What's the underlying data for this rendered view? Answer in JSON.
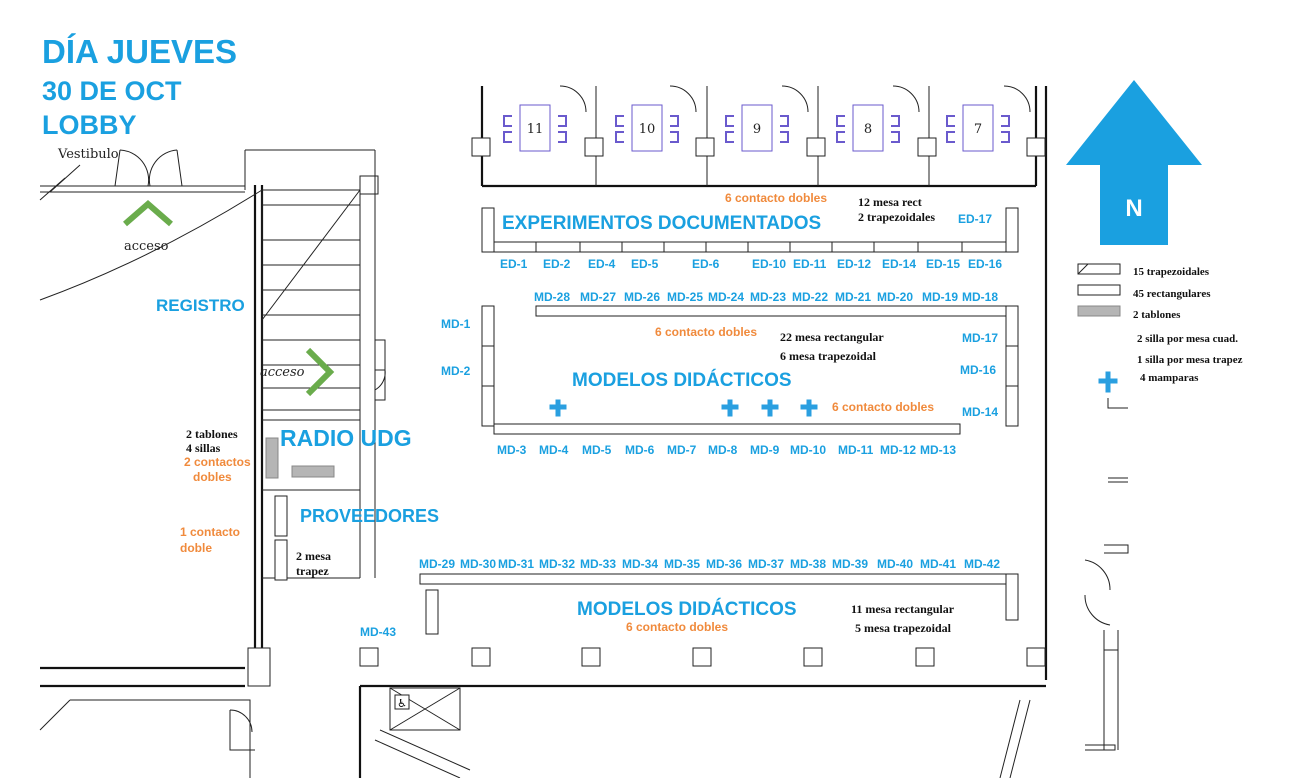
{
  "header": {
    "line1": "DÍA JUEVES",
    "line2": "30 DE OCT",
    "line3": "LOBBY"
  },
  "north": {
    "label": "N",
    "color": "#1aa0e0"
  },
  "colors": {
    "accent_blue": "#1aa0e0",
    "orange": "#f08a3c",
    "green": "#6aac4c",
    "gray": "#b5b5b5"
  },
  "rooms": [
    "11",
    "10",
    "9",
    "8",
    "7"
  ],
  "labels": {
    "vestibulo": "Vestibulo",
    "acceso_top": "acceso",
    "acceso_mid": "acceso",
    "registro": "REGISTRO",
    "radio": "RADIO UDG",
    "proveedores": "PROVEEDORES",
    "exp_doc": "EXPERIMENTOS DOCUMENTADOS",
    "mod_did_1": "MODELOS DIDÁCTICOS",
    "mod_did_2": "MODELOS DIDÁCTICOS"
  },
  "notes": {
    "contacto_exp": "6 contacto dobles",
    "exp_count_1": "12 mesa rect",
    "exp_count_2": "2 trapezoidales",
    "contacto_md_top": "6 contacto dobles",
    "md_count_1": "22 mesa rectangular",
    "md_count_2": "6 mesa trapezoidal",
    "contacto_md_mid": "6 contacto dobles",
    "radio_1": "2 tablones",
    "radio_2": "4 sillas",
    "radio_3": "2 contactos",
    "radio_4": "dobles",
    "prov_contacto_1": "1 contacto",
    "prov_contacto_2": "doble",
    "prov_mesa_1": "2 mesa",
    "prov_mesa_2": "trapez",
    "bottom_count_1": "11 mesa rectangular",
    "bottom_count_2": "5 mesa trapezoidal",
    "contacto_bottom": "6 contacto dobles"
  },
  "legend": {
    "trap": "15 trapezoidales",
    "rect": "45 rectangulares",
    "tablones": "2 tablones",
    "silla_cuad": "2 silla por mesa cuad.",
    "silla_trap": "1 silla por mesa trapez",
    "mamparas": "4 mamparas"
  },
  "ed_labels": [
    "ED-1",
    "ED-2",
    "ED-4",
    "ED-5",
    "ED-6",
    "ED-10",
    "ED-11",
    "ED-12",
    "ED-14",
    "ED-15",
    "ED-16"
  ],
  "ed_17": "ED-17",
  "md_top_row": [
    "MD-28",
    "MD-27",
    "MD-26",
    "MD-25",
    "MD-24",
    "MD-23",
    "MD-22",
    "MD-21",
    "MD-20",
    "MD-19",
    "MD-18"
  ],
  "md_left": [
    "MD-1",
    "MD-2"
  ],
  "md_right": [
    "MD-17",
    "MD-16",
    "MD-14"
  ],
  "md_bottom_row": [
    "MD-3",
    "MD-4",
    "MD-5",
    "MD-6",
    "MD-7",
    "MD-8",
    "MD-9",
    "MD-10",
    "MD-11",
    "MD-12",
    "MD-13"
  ],
  "md_lower_row": [
    "MD-29",
    "MD-30",
    "MD-31",
    "MD-32",
    "MD-33",
    "MD-34",
    "MD-35",
    "MD-36",
    "MD-37",
    "MD-38",
    "MD-39",
    "MD-40",
    "MD-41",
    "MD-42"
  ],
  "md_43": "MD-43"
}
